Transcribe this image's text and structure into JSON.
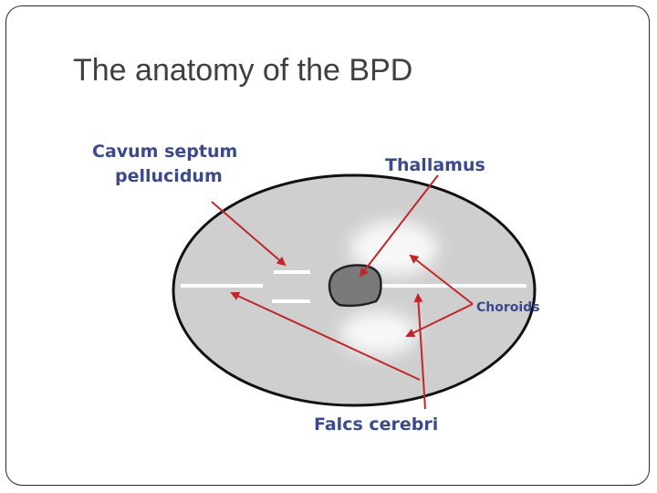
{
  "slide": {
    "title": "The anatomy of the BPD"
  },
  "diagram": {
    "labels": {
      "cavum_line1": "Cavum septum",
      "cavum_line2": "pellucidum",
      "thallamus": "Thallamus",
      "choroids": "Choroids",
      "falcs": "Falcs cerebri"
    },
    "colors": {
      "label_text": "#3b4a8c",
      "arrow": "#c0272d",
      "skull_fill": "#cfcfcf",
      "skull_outline": "#111111",
      "midline": "#ffffff",
      "thalamus_fill": "#7a7a7a"
    }
  }
}
